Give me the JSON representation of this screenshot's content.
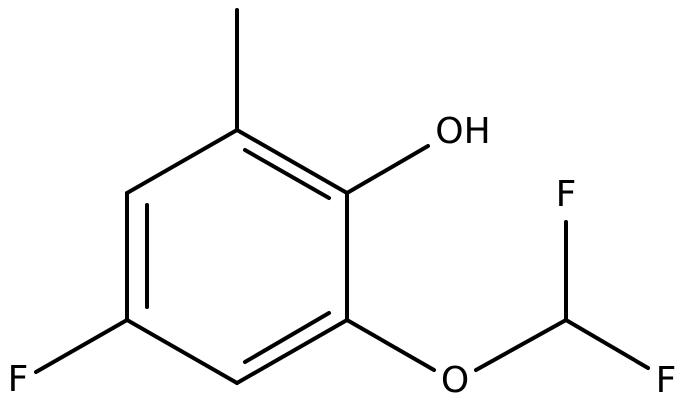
{
  "molecule": {
    "atoms": {
      "hydroxyl": "OH",
      "ether_oxygen": "O",
      "ring_fluorine": "F",
      "difluoro_top": "F",
      "difluoro_bottom": "F"
    },
    "colors": {
      "bond": "#000000",
      "label": "#000000",
      "background": "#ffffff"
    }
  }
}
